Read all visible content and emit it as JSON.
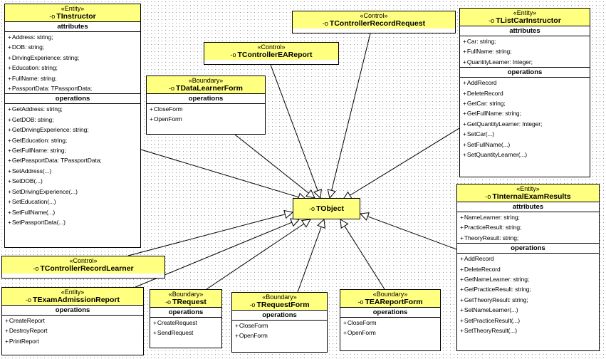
{
  "center": {
    "name": "TObject"
  },
  "classes": {
    "tinstructor": {
      "stereotype": "«Entity»",
      "name": "TInstructor",
      "sections": [
        {
          "title": "attributes",
          "members": [
            "Address: string;",
            "DOB: string;",
            "DrivingExperience: string;",
            "Education: string;",
            "FullName: string;",
            "PassportData: TPassportData;"
          ]
        },
        {
          "title": "operations",
          "members": [
            "GetAddress: string;",
            "GetDOB: string;",
            "GetDrivingExperience: string;",
            "GetEducation: string;",
            "GetFullName: string;",
            "GetPassportData: TPassportData;",
            "SetAddress(...)",
            "SetDOB(...)",
            "SetDrivingExperience(...)",
            "SetEducation(...)",
            "SetFullName(...)",
            "SetPassportData(...)"
          ]
        }
      ]
    },
    "tcontrollerrecordrequest": {
      "stereotype": "«Control»",
      "name": "TControllerRecordRequest",
      "sections": []
    },
    "tlistcarinstructor": {
      "stereotype": "«Entity»",
      "name": "TListCarInstructor",
      "sections": [
        {
          "title": "attributes",
          "members": [
            "Car: string;",
            "FullName: string;",
            "QuantityLearner: Integer;"
          ]
        },
        {
          "title": "operations",
          "members": [
            "AddRecord",
            "DeleteRecord",
            "GetCar: string;",
            "GetFullName: string;",
            "GetQuantityLearner: Integer;",
            "SetCar(...)",
            "SetFullName(...)",
            "SetQuantityLearner(...)"
          ]
        }
      ]
    },
    "tcontrollerea": {
      "stereotype": "«Control»",
      "name": "TControllerEAReport",
      "sections": []
    },
    "tdatalearnerform": {
      "stereotype": "«Boundary»",
      "name": "TDataLearnerForm",
      "sections": [
        {
          "title": "operations",
          "members": [
            "CloseForm",
            "OpenForm"
          ]
        }
      ]
    },
    "tinternalexam": {
      "stereotype": "«Entity»",
      "name": "TInternalExamResults",
      "sections": [
        {
          "title": "attributes",
          "members": [
            "NameLearner: string;",
            "PracticeResult: string;",
            "TheoryResult: string;"
          ]
        },
        {
          "title": "operations",
          "members": [
            "AddRecord",
            "DeleteRecord",
            "GetNameLearner: string;",
            "GetPracticeResult: string;",
            "GetTheoryResult: string;",
            "SetNameLearner(...)",
            "SetPracticeResult(...)",
            "SetTheoryResult(...)"
          ]
        }
      ]
    },
    "tcontrollerlearner": {
      "stereotype": "«Control»",
      "name": "TControllerRecordLearner",
      "sections": []
    },
    "texamadmission": {
      "stereotype": "«Entity»",
      "name": "TExamAdmissionReport",
      "sections": [
        {
          "title": "operations",
          "members": [
            "CreateReport",
            "DestroyReport",
            "PrintReport"
          ]
        }
      ]
    },
    "trequest": {
      "stereotype": "«Boundary»",
      "name": "TRequest",
      "sections": [
        {
          "title": "operations",
          "members": [
            "CreateRequest",
            "SendRequest"
          ]
        }
      ]
    },
    "trequestform": {
      "stereotype": "«Boundary»",
      "name": "TRequestForm",
      "sections": [
        {
          "title": "operations",
          "members": [
            "CloseForm",
            "OpenForm"
          ]
        }
      ]
    },
    "teareportform": {
      "stereotype": "«Boundary»",
      "name": "TEAReportForm",
      "sections": [
        {
          "title": "operations",
          "members": [
            "CloseForm",
            "OpenForm"
          ]
        }
      ]
    }
  }
}
